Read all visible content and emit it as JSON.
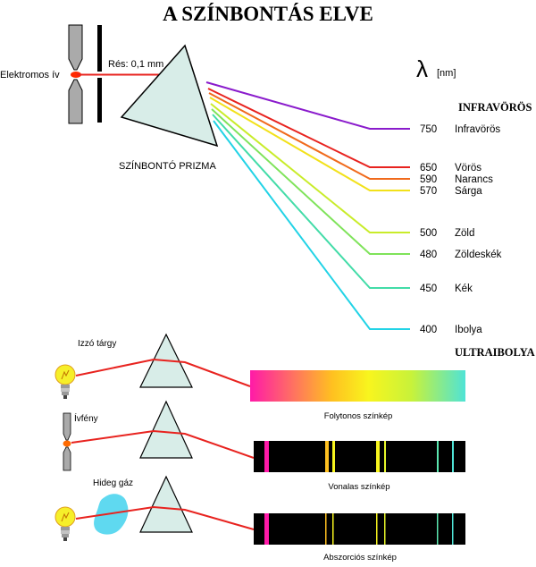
{
  "title": "A SZÍNBONTÁS ELVE",
  "arc_label": "Elektromos ív",
  "slit_label": "Rés: 0,1 mm",
  "prism_label": "SZÍNBONTÓ PRIZMA",
  "lambda_symbol": "λ",
  "lambda_unit": "[nm]",
  "infrared_header": "INFRAVÖRÖS",
  "ultraviolet_header": "ULTRAIBOLYA",
  "spectrum_lines": [
    {
      "nm": "750",
      "name": "Infravörös",
      "color": "#8a1bcc"
    },
    {
      "nm": "650",
      "name": "Vörös",
      "color": "#e8231f"
    },
    {
      "nm": "590",
      "name": "Narancs",
      "color": "#f06a1c"
    },
    {
      "nm": "570",
      "name": "Sárga",
      "color": "#f2e11a"
    },
    {
      "nm": "500",
      "name": "Zöld",
      "color": "#c9ec2a"
    },
    {
      "nm": "480",
      "name": "Zöldeskék",
      "color": "#7fe35a"
    },
    {
      "nm": "450",
      "name": "Kék",
      "color": "#43dca8"
    },
    {
      "nm": "400",
      "name": "Ibolya",
      "color": "#22d3e6"
    }
  ],
  "spectra": [
    {
      "label": "Izzó tárgy",
      "caption": "Folytonos színkép"
    },
    {
      "label": "Ívfény",
      "caption": "Vonalas színkép"
    },
    {
      "label": "Hideg gáz",
      "caption": "Abszorciós színkép"
    }
  ],
  "colors": {
    "beam": "#e8231f",
    "prism_fill": "#d8ede8",
    "gas_cloud": "#5fd9f0",
    "bulb": "#f6ef2a"
  }
}
